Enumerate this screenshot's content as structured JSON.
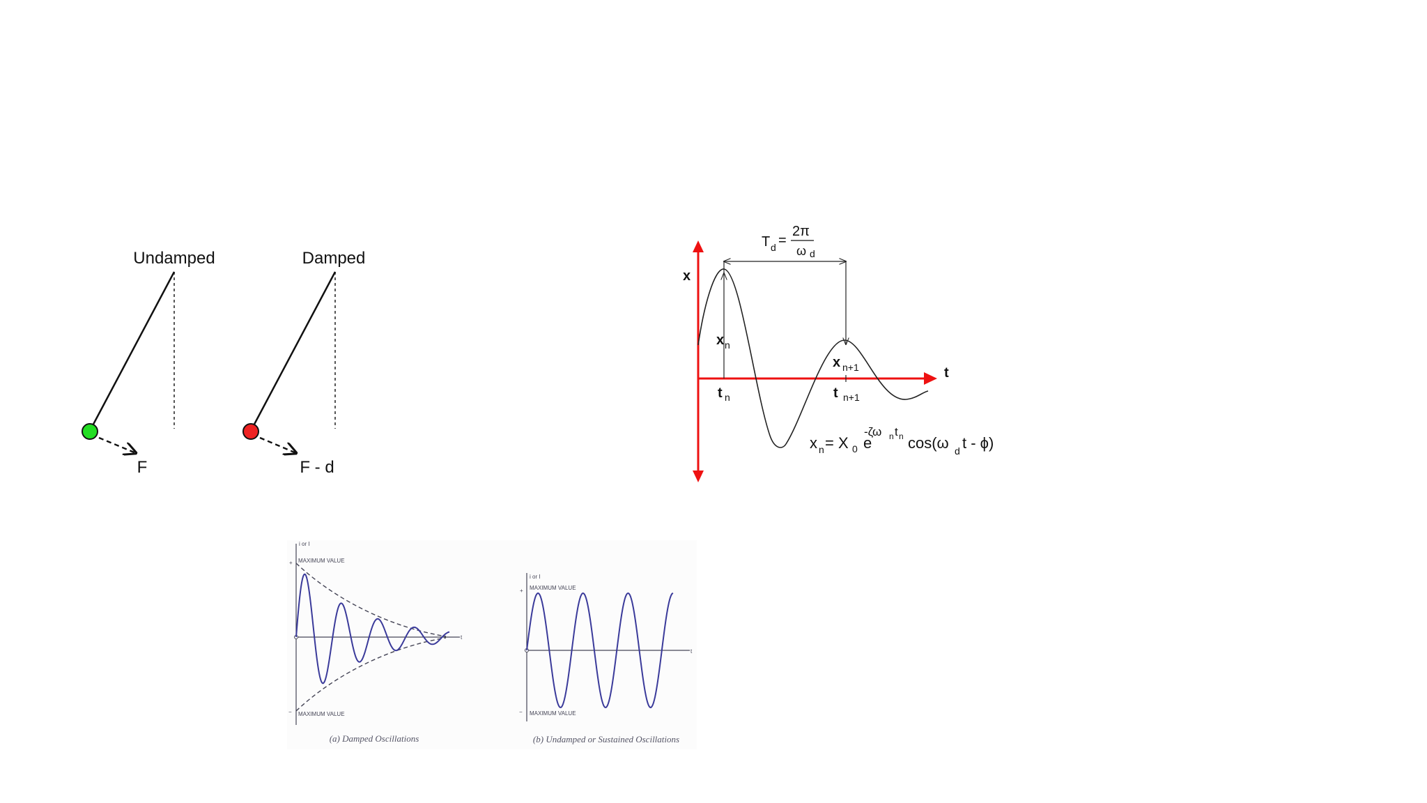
{
  "pendulums": {
    "undamped": {
      "title": "Undamped",
      "force": "F",
      "bob_color": "#22dd22"
    },
    "damped": {
      "title": "Damped",
      "force": "F - d",
      "bob_color": "#ee2222"
    }
  },
  "decay_graph": {
    "y_axis": "x",
    "x_axis": "t",
    "period": {
      "lhs": "T",
      "lhs_sub": "d",
      "num": "2π",
      "den": "ω",
      "den_sub": "d"
    },
    "peak_n": {
      "base": "x",
      "sub": "n"
    },
    "peak_n1": {
      "base": "x",
      "sub": "n+1"
    },
    "time_n": {
      "base": "t",
      "sub": "n"
    },
    "time_n1": {
      "base": "t",
      "sub": "n+1"
    },
    "formula": {
      "x": "x",
      "x_sub": "n",
      "eq": "= X",
      "x0_sub": "0",
      "e": "e",
      "exp": "-ζω",
      "exp_sub1": "n",
      "exp_t": "t",
      "exp_sub2": "n",
      "cos": "cos(ω",
      "cos_sub": "d",
      "tail": "t - ϕ)"
    },
    "axis_color": "#ee1111"
  },
  "oscillation_figures": {
    "damped": {
      "y_label": "i or I",
      "max_top": "MAXIMUM VALUE",
      "max_bottom": "MAXIMUM VALUE",
      "plus": "+",
      "minus": "−",
      "t": "t",
      "caption": "(a) Damped Oscillations"
    },
    "undamped": {
      "y_label": "i or I",
      "max_top": "MAXIMUM VALUE",
      "max_bottom": "MAXIMUM VALUE",
      "plus": "+",
      "minus": "−",
      "t": "t",
      "caption": "(b) Undamped or Sustained Oscillations"
    },
    "curve_color": "#3a3a9a"
  }
}
